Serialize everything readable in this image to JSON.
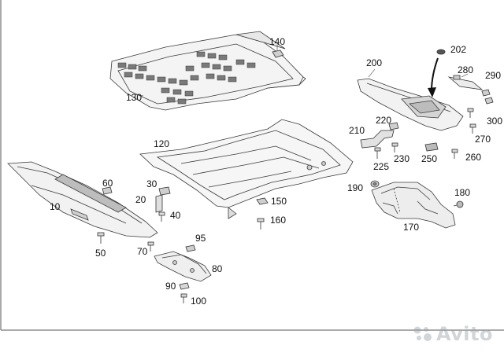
{
  "diagram": {
    "callouts": {
      "p10": "10",
      "p20": "20",
      "p30": "30",
      "p40": "40",
      "p50": "50",
      "p60": "60",
      "p70": "70",
      "p80": "80",
      "p90": "90",
      "p95": "95",
      "p100": "100",
      "p120": "120",
      "p130": "130",
      "p140": "140",
      "p150": "150",
      "p160": "160",
      "p170": "170",
      "p180": "180",
      "p190": "190",
      "p200": "200",
      "p202": "202",
      "p210": "210",
      "p220": "220",
      "p225": "225",
      "p230": "230",
      "p250": "250",
      "p260": "260",
      "p270": "270",
      "p280": "280",
      "p290": "290",
      "p300": "300"
    }
  },
  "watermark": {
    "brand": "Avito",
    "color": "#9aa3ad"
  },
  "colors": {
    "line": "#3a3a3a",
    "fill": "#f4f4f4",
    "dark": "#6a6a6a"
  }
}
